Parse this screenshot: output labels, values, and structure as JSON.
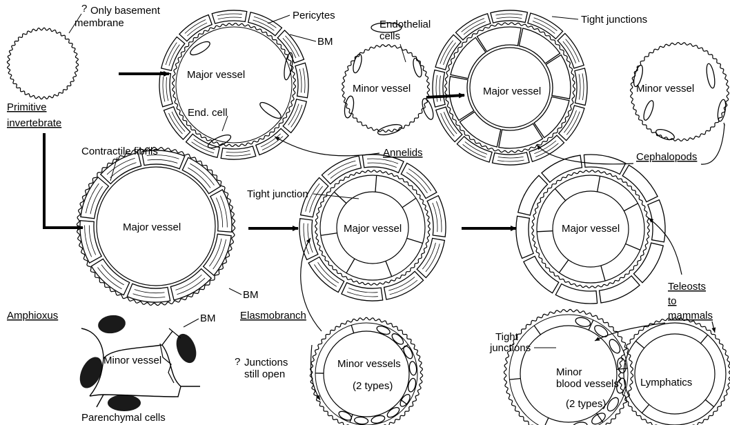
{
  "labels": {
    "q_mark_1": "?",
    "only_basement_1": "Only basement",
    "only_basement_2": "membrane",
    "pericytes": "Pericytes",
    "bm_top": "BM",
    "endothelial_1": "Endothelial",
    "endothelial_2": "cells",
    "tight_junctions_top": "Tight junctions",
    "major_vessel_annelid": "Major vessel",
    "end_cell": "End. cell",
    "minor_vessel_annelid": "Minor vessel",
    "major_vessel_cephalopod": "Major vessel",
    "minor_vessel_cephalopod": "Minor vessel",
    "primitive_1": "Primitive",
    "primitive_2": "invertebrate",
    "annelids": "Annelids",
    "cephalopods": "Cephalopods",
    "contractile_fibrils": "Contractile fibrils",
    "major_vessel_amphioxus": "Major vessel",
    "bm_amphioxus": "BM",
    "tight_junction_elasmo": "Tight junction",
    "major_vessel_elasmo": "Major vessel",
    "major_vessel_teleost": "Major vessel",
    "amphioxus": "Amphioxus",
    "bm_minor": "BM",
    "minor_vessel_amphioxus": "Minor vessel",
    "parenchymal": "Parenchymal cells",
    "elasmobranch": "Elasmobranch",
    "q_mark_2": "?",
    "junctions_1": "Junctions",
    "junctions_2": "still open",
    "minor_vessels_elasmo": "Minor vessels",
    "two_types_elasmo": "(2 types)",
    "teleosts_1": "Teleosts",
    "teleosts_2": "to",
    "teleosts_3": "mammals",
    "tight_junctions_lower_1": "Tight",
    "tight_junctions_lower_2": "junctions",
    "minor_blood_1": "Minor",
    "minor_blood_2": "blood vessels",
    "two_types_teleost": "(2 types)",
    "lymphatics": "Lymphatics"
  },
  "colors": {
    "line": "#000000",
    "background": "#ffffff",
    "cell_fill": "#1a1a1a"
  }
}
